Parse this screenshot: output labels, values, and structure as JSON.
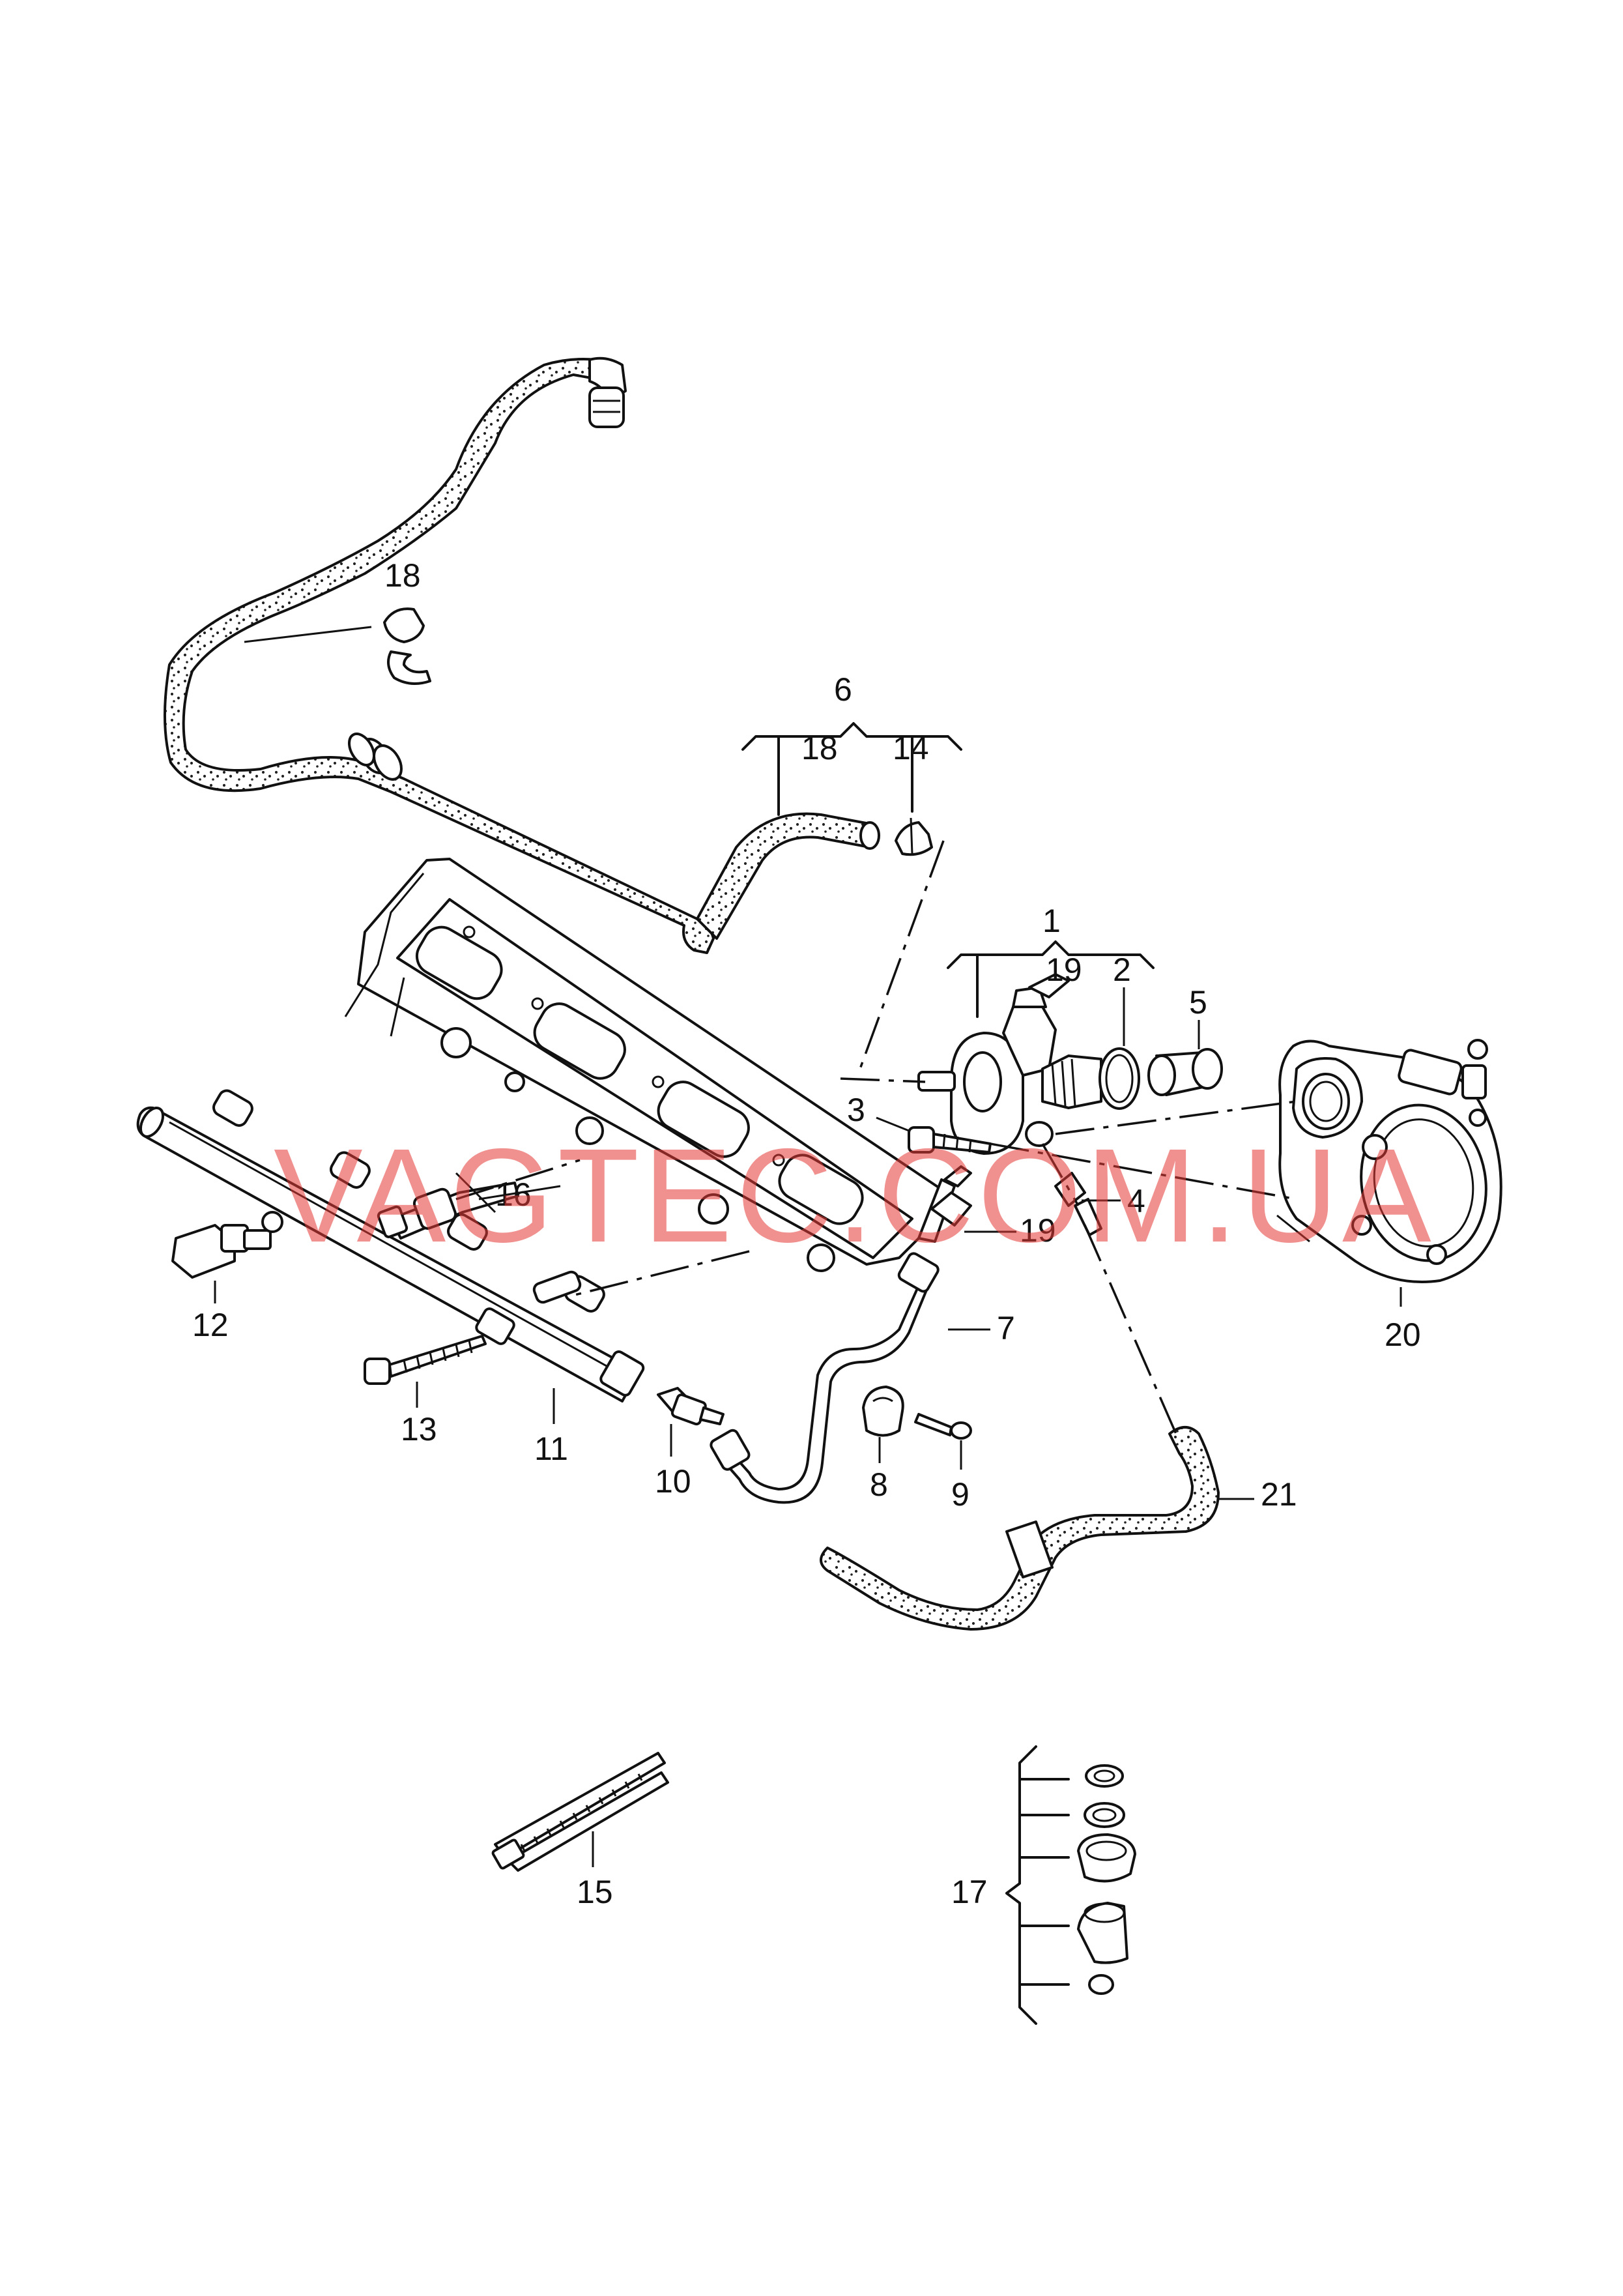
{
  "watermark": "VAGTEC.COM.UA",
  "watermark_color": "#e53935",
  "callouts": {
    "c1": "1",
    "c2": "2",
    "c3": "3",
    "c4": "4",
    "c5": "5",
    "c6": "6",
    "c7": "7",
    "c8": "8",
    "c9": "9",
    "c10": "10",
    "c11": "11",
    "c12": "12",
    "c13": "13",
    "c14": "14",
    "c15": "15",
    "c16": "16",
    "c17": "17",
    "c18_top": "18",
    "c18_group": "18",
    "c19_group": "19",
    "c19_fitting": "19",
    "c20": "20",
    "c21": "21"
  }
}
